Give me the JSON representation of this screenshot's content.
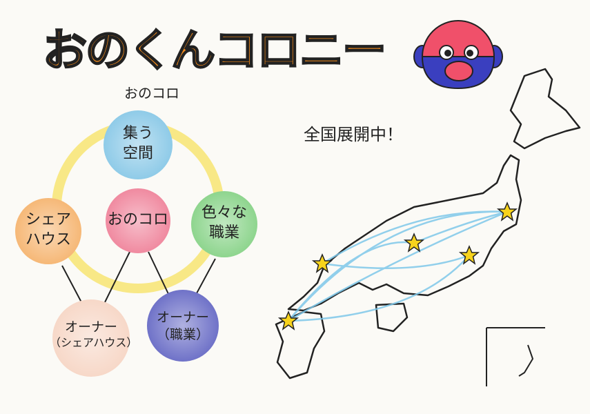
{
  "title": "おのくんコロニー",
  "subtitle": "おのコロ",
  "circles": {
    "top": {
      "line1": "集う",
      "line2": "空間",
      "color": "#8fcbe8"
    },
    "left": {
      "line1": "シェア",
      "line2": "ハウス",
      "color": "#f6b877"
    },
    "center": {
      "label": "おのコロ",
      "color": "#f08aa0"
    },
    "right": {
      "line1": "色々な",
      "line2": "職業",
      "color": "#8ed58e"
    },
    "owner_share": {
      "line1": "オーナー",
      "line2": "（シェアハウス）",
      "color": "#f7d8c8"
    },
    "owner_job": {
      "line1": "オーナー",
      "line2": "（職業）",
      "color": "#6f72c8"
    }
  },
  "map_caption": "全国展開中！",
  "colors": {
    "ring": "#f7e46a",
    "route": "#7fc8ea",
    "star": "#f7d31c",
    "title": "#f08a1c"
  }
}
